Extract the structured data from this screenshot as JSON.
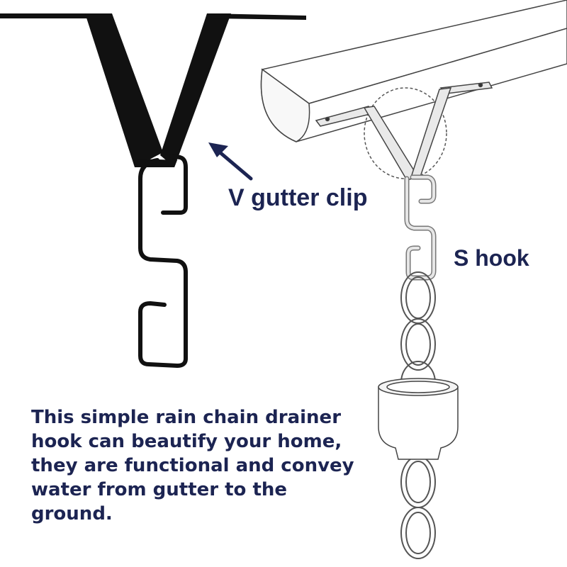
{
  "labels": {
    "clip": "V gutter clip",
    "hook": "S hook"
  },
  "description": {
    "lines": [
      "This simple rain chain drainer",
      "hook can beautify your home,",
      "they are functional and convey",
      "water from gutter to the",
      "ground."
    ]
  },
  "colors": {
    "text": "#1c2452",
    "product": "#111111",
    "outline": "#444444"
  },
  "icons": {
    "arrow": "arrow-up-left-icon"
  }
}
